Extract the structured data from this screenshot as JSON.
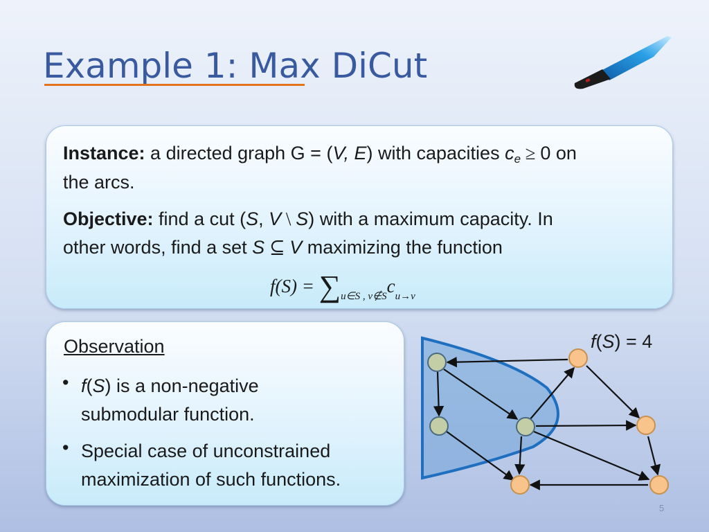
{
  "slide": {
    "title": "Example 1: Max DiCut",
    "page_number": "5"
  },
  "definition": {
    "instance_label": "Instance:",
    "instance_text_1": " a directed graph G = (",
    "instance_V": "V,",
    "instance_sp": " ",
    "instance_E": "E",
    "instance_text_2": ") with capacities ",
    "instance_c": "c",
    "instance_e": "e",
    "instance_geq": " ≥ ",
    "instance_text_3": "0 on",
    "instance_line2": "the arcs.",
    "objective_label": "Objective:",
    "objective_text_1": " find a cut (",
    "objective_S": "S",
    "objective_comma": ", ",
    "objective_V": "V",
    "objective_setminus": " \\ ",
    "objective_S2": "S",
    "objective_text_2": ") with a maximum capacity. In",
    "objective_line2_a": "other words, find a set ",
    "objective_S3": "S",
    "objective_subset": " ⊆ ",
    "objective_V2": "V",
    "objective_line2_b": " maximizing the function"
  },
  "formula": {
    "lhs": "f(S) = ",
    "sum": "∑",
    "sum_sub": "u∈S , v∉S",
    "term": "c",
    "term_sub": "u→v"
  },
  "observation": {
    "title": "Observation",
    "bullet_symbol": "•",
    "bullet1_f": "f",
    "bullet1_paren_open": "(",
    "bullet1_S": "S",
    "bullet1_rest": ") is a non-negative",
    "bullet1_line2": "submodular function.",
    "bullet2_line1": "Special case of unconstrained",
    "bullet2_line2": "maximization of such functions."
  },
  "graph": {
    "fs_label_f": "f",
    "fs_label_open": "(",
    "fs_label_S": "S",
    "fs_label_rest": ") = 4",
    "colors": {
      "in_set_node": "#c3cea7",
      "out_set_node": "#f8c48c",
      "set_region": "#6fa4d8",
      "set_border": "#1e6fc0",
      "edge": "#111111"
    }
  }
}
